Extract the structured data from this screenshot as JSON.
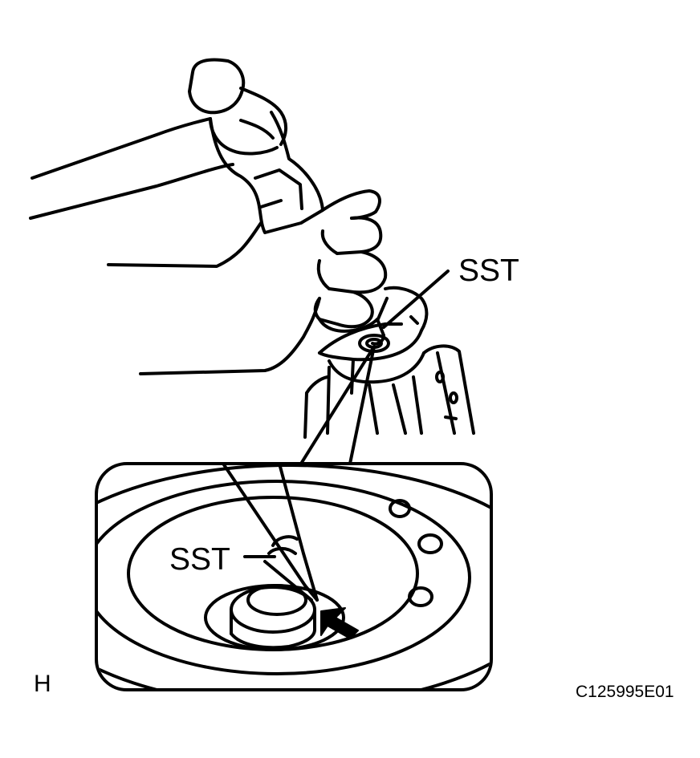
{
  "labels": {
    "sst_top": "SST",
    "sst_inset": "SST",
    "corner_letter": "H",
    "figure_code": "C125995E01"
  },
  "colors": {
    "line": "#000000",
    "background": "#ffffff"
  }
}
